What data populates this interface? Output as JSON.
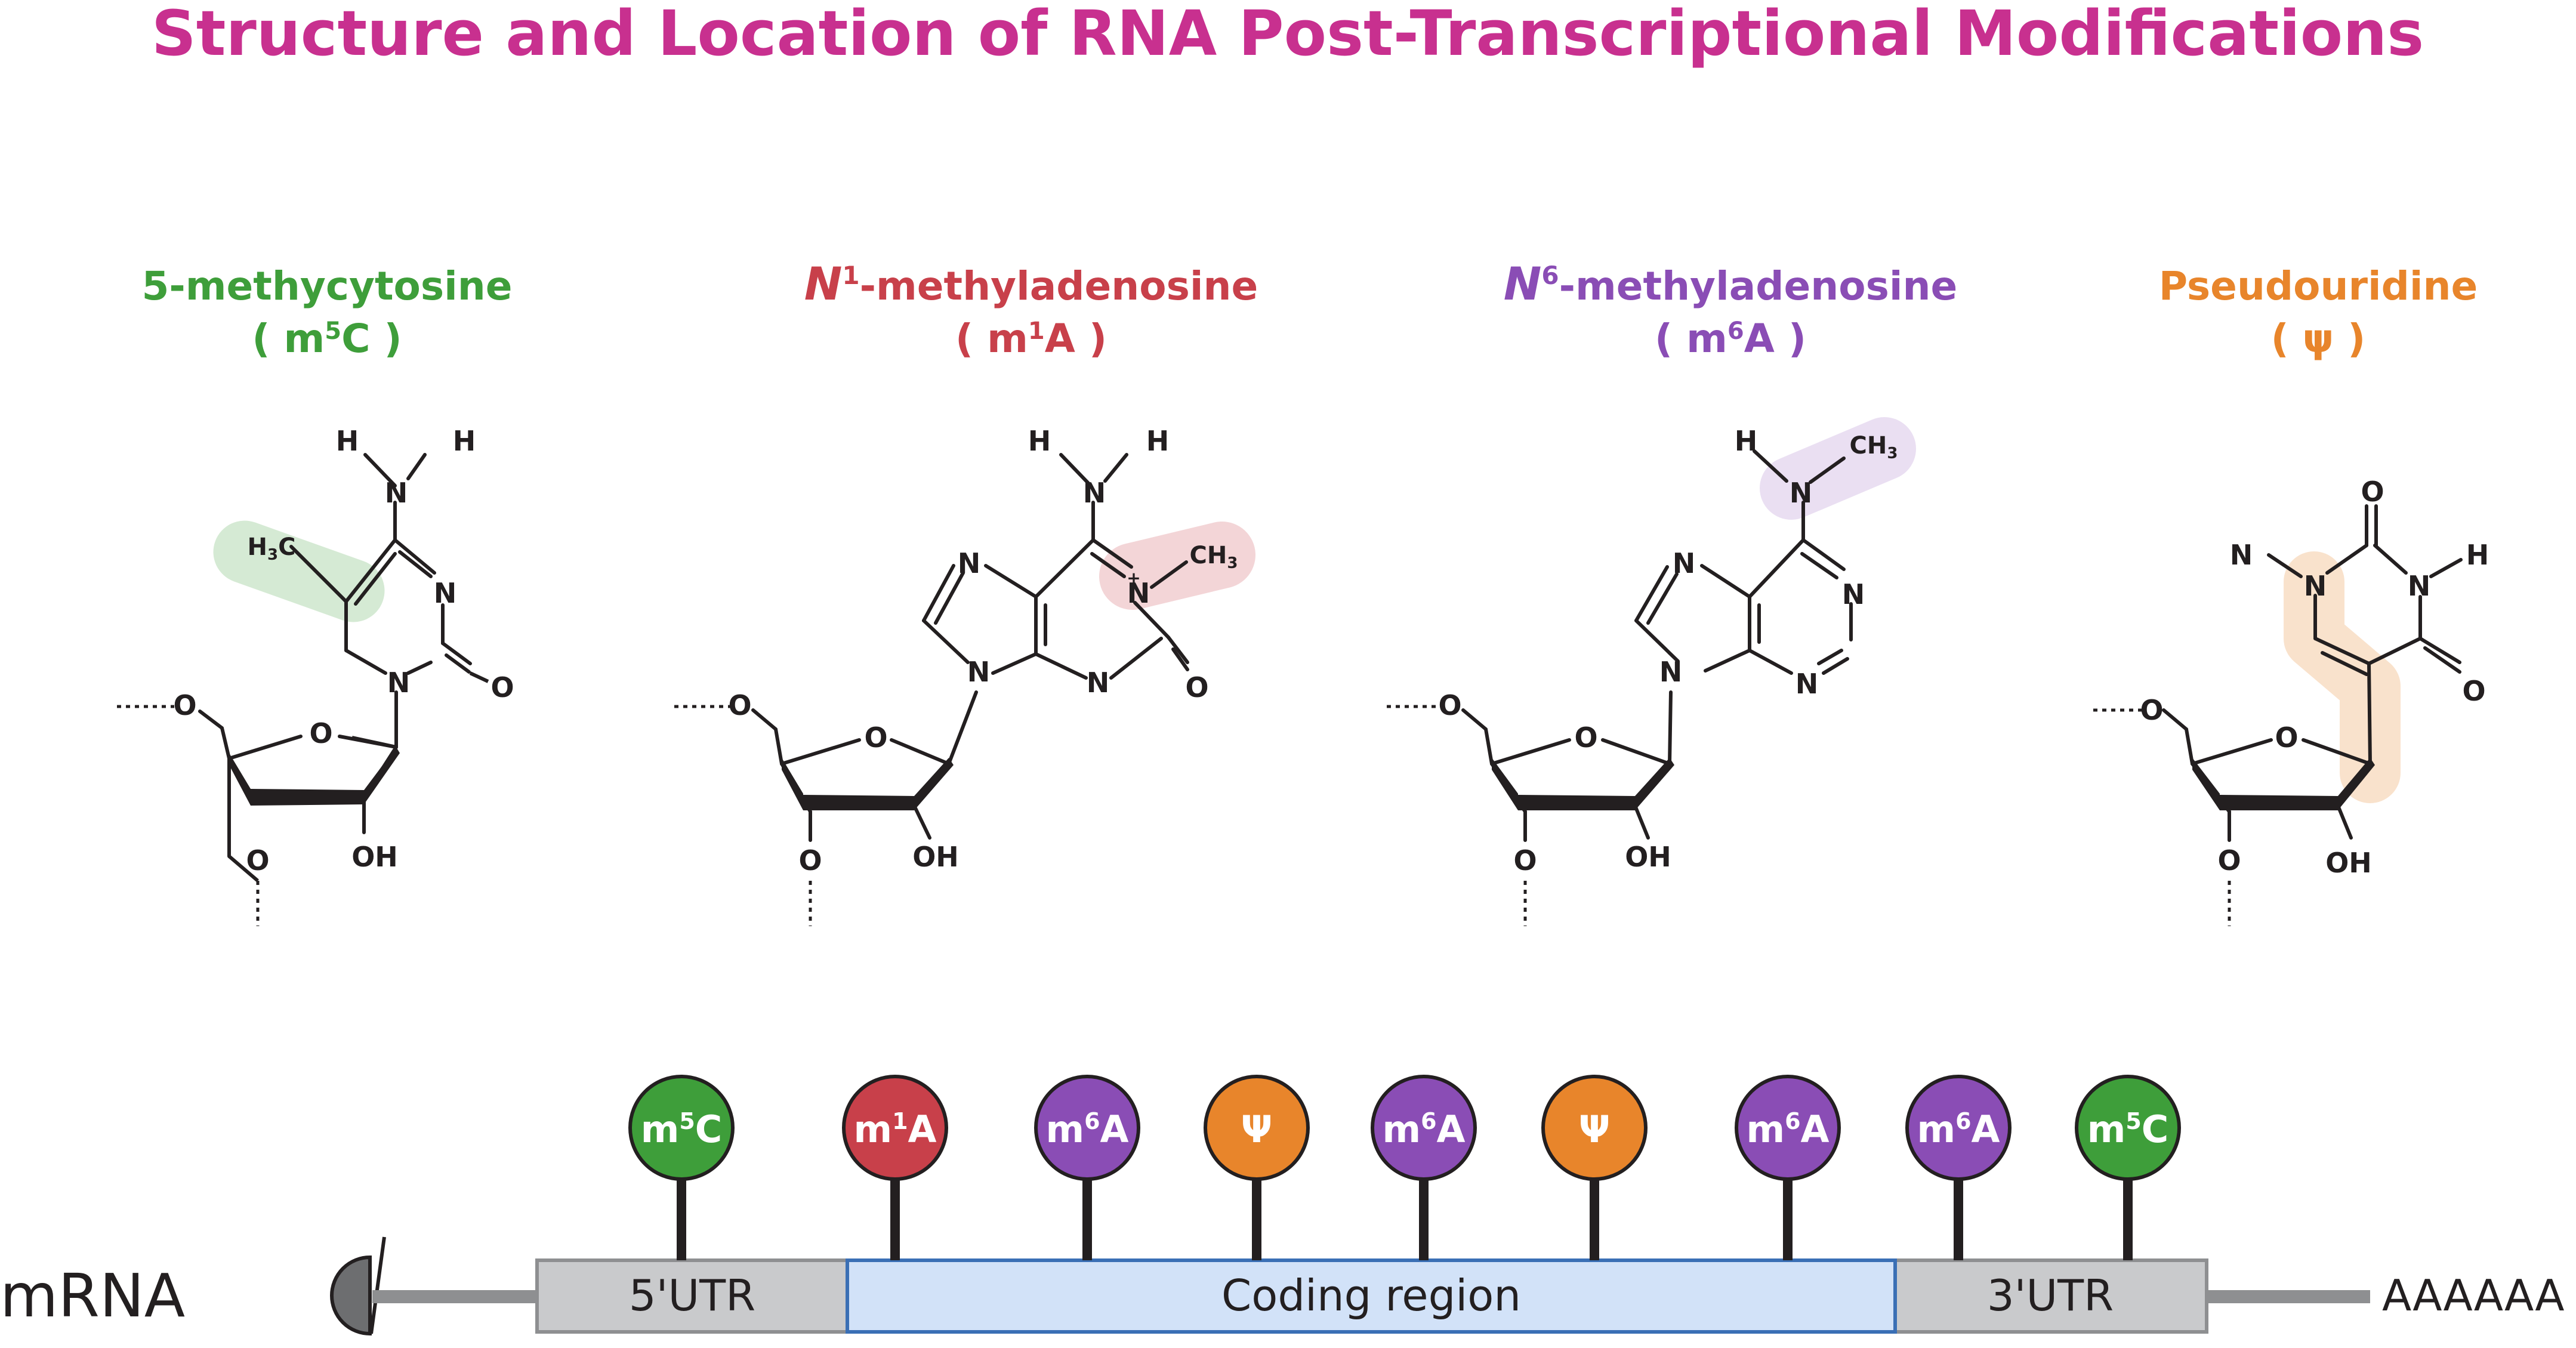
{
  "title": "Structure and Location of RNA Post-Transcriptional Modifications",
  "colors": {
    "title": "#C8308F",
    "green": "#3E9E3A",
    "red": "#C8404A",
    "purple": "#8A4DB5",
    "orange": "#E8852B",
    "bond": "#231F20",
    "utr_fill": "#C9CACC",
    "coding_fill": "#D2E2F8",
    "coding_border": "#3A6FB5",
    "cap_fill": "#6D6E70"
  },
  "structures": [
    {
      "id": "m5c",
      "name_prefix": "",
      "name_sup": "",
      "name_rest": "5-methycytosine",
      "abbr_pre": "m",
      "abbr_sup": "5",
      "abbr_post": "C",
      "color": "#3E9E3A"
    },
    {
      "id": "m1a",
      "name_prefix": "N",
      "name_sup": "1",
      "name_rest": "-methyladenosine",
      "abbr_pre": "m",
      "abbr_sup": "1",
      "abbr_post": "A",
      "color": "#C8404A"
    },
    {
      "id": "m6a",
      "name_prefix": "N",
      "name_sup": "6",
      "name_rest": "-methyladenosine",
      "abbr_pre": "m",
      "abbr_sup": "6",
      "abbr_post": "A",
      "color": "#8A4DB5"
    },
    {
      "id": "psi",
      "name_prefix": "",
      "name_sup": "",
      "name_rest": "Pseudouridine",
      "abbr_pre": "ψ",
      "abbr_sup": "",
      "abbr_post": "",
      "color": "#E8852B"
    }
  ],
  "atoms": {
    "h": "H",
    "n": "N",
    "o": "O",
    "oh": "OH",
    "ch3": "CH",
    "ch3_sub": "3",
    "h3c_pre": "H",
    "h3c_sub": "3",
    "h3c_post": "C",
    "plus": "+"
  },
  "mrna": {
    "label": "mRNA",
    "utr5": "5'UTR",
    "coding": "Coding region",
    "utr3": "3'UTR",
    "polya": "AAAAAA"
  },
  "markers": [
    {
      "pre": "m",
      "sup": "5",
      "post": "C",
      "color": "#3E9E3A"
    },
    {
      "pre": "m",
      "sup": "1",
      "post": "A",
      "color": "#C8404A"
    },
    {
      "pre": "m",
      "sup": "6",
      "post": "A",
      "color": "#8A4DB5"
    },
    {
      "pre": "Ψ",
      "sup": "",
      "post": "",
      "color": "#E8852B"
    },
    {
      "pre": "m",
      "sup": "6",
      "post": "A",
      "color": "#8A4DB5"
    },
    {
      "pre": "Ψ",
      "sup": "",
      "post": "",
      "color": "#E8852B"
    },
    {
      "pre": "m",
      "sup": "6",
      "post": "A",
      "color": "#8A4DB5"
    },
    {
      "pre": "m",
      "sup": "6",
      "post": "A",
      "color": "#8A4DB5"
    },
    {
      "pre": "m",
      "sup": "5",
      "post": "C",
      "color": "#3E9E3A"
    }
  ]
}
